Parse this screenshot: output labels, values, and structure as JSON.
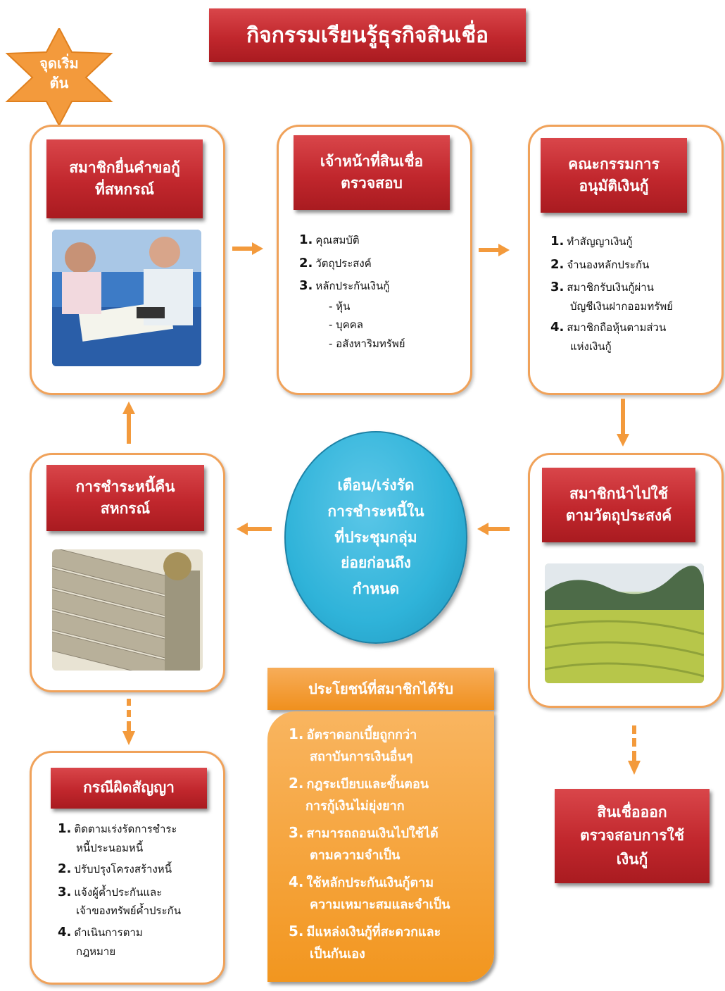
{
  "title": "กิจกรรมเรียนรู้ธุรกิจสินเชื่อ",
  "start_badge": "จุดเริ่มต้น",
  "step1": {
    "line1": "สมาชิกยื่นคำขอกู้",
    "line2": "ที่สหกรณ์"
  },
  "step2": {
    "line1": "เจ้าหน้าที่สินเชื่อ",
    "line2": "ตรวจสอบ",
    "items": [
      "คุณสมบัติ",
      "วัตถุประสงค์",
      "หลักประกันเงินกู้"
    ],
    "nums": [
      "1.",
      "2.",
      "3."
    ],
    "subitems": [
      "- หุ้น",
      "- บุคคล",
      "- อสังหาริมทรัพย์"
    ]
  },
  "step3": {
    "line1": "คณะกรรมการ",
    "line2": "อนุมัติเงินกู้",
    "nums": [
      "1.",
      "2.",
      "3.",
      "4."
    ],
    "items": [
      "ทำสัญญาเงินกู้",
      "จำนองหลักประกัน",
      "สมาชิกรับเงินกู้ผ่าน",
      "สมาชิกถือหุ้นตามส่วน"
    ],
    "item3_cont": "บัญชีเงินฝากออมทรัพย์",
    "item4_cont": "แห่งเงินกู้"
  },
  "step4": {
    "line1": "สมาชิกนำไปใช้",
    "line2": "ตามวัตถุประสงค์"
  },
  "center": [
    "เตือน/เร่งรัด",
    "การชำระหนี้ใน",
    "ที่ประชุมกลุ่ม",
    "ย่อยก่อนถึง",
    "กำหนด"
  ],
  "step5": {
    "line1": "การชำระหนี้คืน",
    "line2": "สหกรณ์"
  },
  "default_case": {
    "label": "กรณีผิดสัญญา",
    "nums": [
      "1.",
      "2.",
      "3.",
      "4."
    ],
    "items": [
      "ติดตามเร่งรัดการชำระ",
      "ปรับปรุงโครงสร้างหนี้",
      "แจ้งผู้ค้ำประกันและ",
      "ดำเนินการตาม"
    ],
    "item1_cont": "หนี้ประนอมหนี้",
    "item3_cont": "เจ้าของทรัพย์ค้ำประกัน",
    "item4_cont": "กฎหมาย"
  },
  "benefits": {
    "label": "ประโยชน์ที่สมาชิกได้รับ",
    "nums": [
      "1.",
      "2.",
      "3.",
      "4.",
      "5."
    ],
    "items": [
      [
        "อัตราดอกเบี้ยถูกกว่า",
        "สถาบันการเงินอื่นๆ"
      ],
      [
        "กฎระเบียบและขั้นตอน",
        "การกู้เงินไม่ยุ่งยาก"
      ],
      [
        "สามารถถอนเงินไปใช้ได้",
        "ตามความจำเป็น"
      ],
      [
        "ใช้หลักประกันเงินกู้ตาม",
        "ความเหมาะสมและจำเป็น"
      ],
      [
        "มีแหล่งเงินกู้ที่สะดวกและ",
        "เป็นกันเอง"
      ]
    ]
  },
  "credit_out": [
    "สินเชื่อออก",
    "ตรวจสอบการใช้",
    "เงินกู้"
  ],
  "colors": {
    "red": "#c1272d",
    "orange": "#f39a3c",
    "box_border": "#f0a25a",
    "blue": "#2fb3d9"
  }
}
